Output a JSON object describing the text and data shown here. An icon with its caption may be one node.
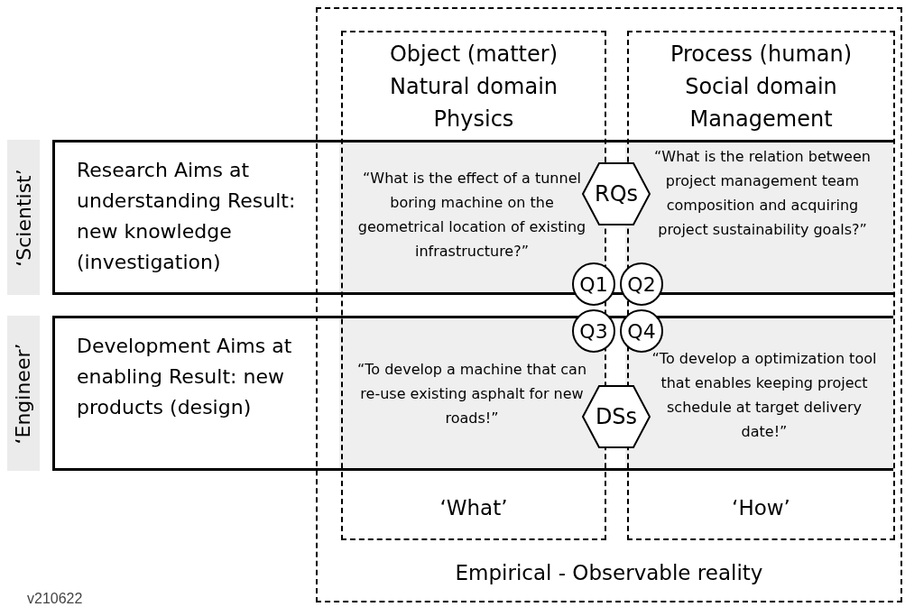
{
  "diagram": {
    "nodes": [
      {
        "text": [
          "Empirical - Observable reality"
        ]
      },
      {
        "text": [
          "Object (matter) Natural domain Physics",
          "‘What’"
        ],
        "in": 0
      },
      {
        "text": [
          "Process (human) Social domain Management",
          "‘How’"
        ],
        "in": 0
      },
      {
        "text": [
          "Research Aims at understanding Result: new knowledge (investigation)"
        ],
        "beside": [
          "‘Scientist’"
        ]
      },
      {
        "text": [
          "Development Aims at enabling Result: new products (design)"
        ],
        "beside": [
          "‘Engineer’"
        ]
      },
      {
        "text": [
          "RQs"
        ]
      },
      {
        "text": [
          "Q1"
        ],
        "in": 0
      },
      {
        "text": [
          "Q2"
        ],
        "in": 0
      },
      {
        "text": [
          "Q3"
        ],
        "in": 0
      },
      {
        "text": [
          "Q4"
        ],
        "in": 0
      },
      {
        "text": [
          "DSs"
        ]
      }
    ],
    "labels": [
      "“What is the effect of a tunnel boring machine on the geometrical location of existing infrastructure?”",
      "“What is the relation between project management team composition and acquiring project sustainability goals?”",
      "“To develop a machine that can re-use existing asphalt for new roads!”",
      "“To develop a optimization tool that enables keeping project schedule at target delivery date!”",
      "v210622"
    ]
  }
}
